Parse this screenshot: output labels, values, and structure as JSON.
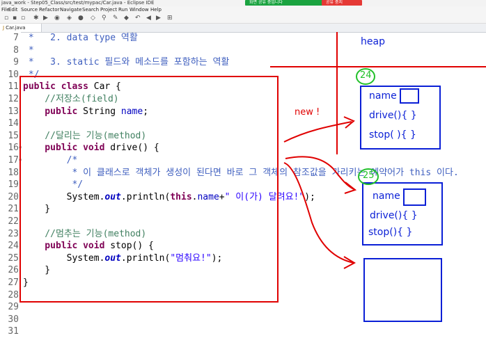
{
  "window": {
    "title": "java_work - Step05_Class/src/test/mypac/Car.java - Eclipse IDE",
    "share_notice": "화면 공유 중입니다",
    "share_stop": "공유 중지"
  },
  "menu": [
    "File",
    "Edit",
    "Source",
    "Refactor",
    "Navigate",
    "Search",
    "Project",
    "Run",
    "Window",
    "Help"
  ],
  "editor_tab": "Car.java",
  "code_lines": [
    {
      "n": "7",
      "segs": [
        {
          "c": "jd",
          "t": " *   2. data type 역활"
        }
      ]
    },
    {
      "n": "8",
      "segs": [
        {
          "c": "jd",
          "t": " *"
        }
      ]
    },
    {
      "n": "9",
      "segs": [
        {
          "c": "jd",
          "t": " *   3. static 필드와 메소드를 포함하는 역활"
        }
      ]
    },
    {
      "n": "10",
      "segs": [
        {
          "c": "jd",
          "t": " */"
        }
      ]
    },
    {
      "n": "11",
      "segs": [
        {
          "c": "kw",
          "t": "public class "
        },
        {
          "c": "",
          "t": "Car {"
        }
      ]
    },
    {
      "n": "12",
      "segs": [
        {
          "c": "cm",
          "t": "    //저장소(field)"
        }
      ]
    },
    {
      "n": "13",
      "segs": [
        {
          "c": "kw",
          "t": "    public "
        },
        {
          "c": "",
          "t": "String "
        },
        {
          "c": "fld",
          "t": "name"
        },
        {
          "c": "",
          "t": ";"
        }
      ]
    },
    {
      "n": "14",
      "segs": []
    },
    {
      "n": "15",
      "segs": [
        {
          "c": "cm",
          "t": "    //달리는 기능(method)"
        }
      ]
    },
    {
      "n": "16",
      "segs": [
        {
          "c": "kw",
          "t": "    public void "
        },
        {
          "c": "",
          "t": "drive() {"
        }
      ]
    },
    {
      "n": "17",
      "segs": [
        {
          "c": "jd",
          "t": "        /*"
        }
      ]
    },
    {
      "n": "18",
      "segs": [
        {
          "c": "jd",
          "t": "         * 이 클래스로 객체가 생성이 된다면 바로 그 객체의 참조값을 가리키는 예약어가 this 이다."
        }
      ]
    },
    {
      "n": "19",
      "segs": [
        {
          "c": "jd",
          "t": "         */"
        }
      ]
    },
    {
      "n": "20",
      "segs": [
        {
          "c": "",
          "t": "        System."
        },
        {
          "c": "st",
          "t": "out"
        },
        {
          "c": "",
          "t": ".println("
        },
        {
          "c": "kw",
          "t": "this"
        },
        {
          "c": "",
          "t": "."
        },
        {
          "c": "fld",
          "t": "name"
        },
        {
          "c": "",
          "t": "+"
        },
        {
          "c": "str",
          "t": "\" 이(가) 달려요!\""
        },
        {
          "c": "",
          "t": ");"
        }
      ]
    },
    {
      "n": "21",
      "segs": [
        {
          "c": "",
          "t": "    }"
        }
      ]
    },
    {
      "n": "22",
      "segs": []
    },
    {
      "n": "23",
      "segs": [
        {
          "c": "cm",
          "t": "    //멈추는 기능(method)"
        }
      ]
    },
    {
      "n": "24",
      "segs": [
        {
          "c": "kw",
          "t": "    public void "
        },
        {
          "c": "",
          "t": "stop() {"
        }
      ]
    },
    {
      "n": "25",
      "segs": [
        {
          "c": "",
          "t": "        System."
        },
        {
          "c": "st",
          "t": "out"
        },
        {
          "c": "",
          "t": ".println("
        },
        {
          "c": "str",
          "t": "\"멈춰요!\""
        },
        {
          "c": "",
          "t": ");"
        }
      ]
    },
    {
      "n": "26",
      "segs": [
        {
          "c": "",
          "t": "    }"
        }
      ]
    },
    {
      "n": "27",
      "segs": [
        {
          "c": "",
          "t": "}"
        }
      ]
    },
    {
      "n": "28",
      "segs": []
    },
    {
      "n": "29",
      "segs": []
    },
    {
      "n": "30",
      "segs": []
    },
    {
      "n": "31",
      "segs": []
    }
  ],
  "annotations": {
    "heap_label": "heap",
    "new_label": "new !",
    "object1": {
      "id": "24",
      "field": "name",
      "method1": "drive(){  }",
      "method2": "stop( ){  }"
    },
    "object2": {
      "id": "25",
      "field": "name",
      "method1": "drive(){ }",
      "method2": "stop(){  }"
    }
  },
  "colors": {
    "keyword": "#7f0055",
    "comment": "#3f7f5f",
    "javadoc": "#3f5fbf",
    "field": "#0000c0",
    "string": "#2a00ff",
    "pen_red": "#e00000",
    "pen_blue": "#0a1fd6",
    "pen_green": "#22c02a"
  }
}
